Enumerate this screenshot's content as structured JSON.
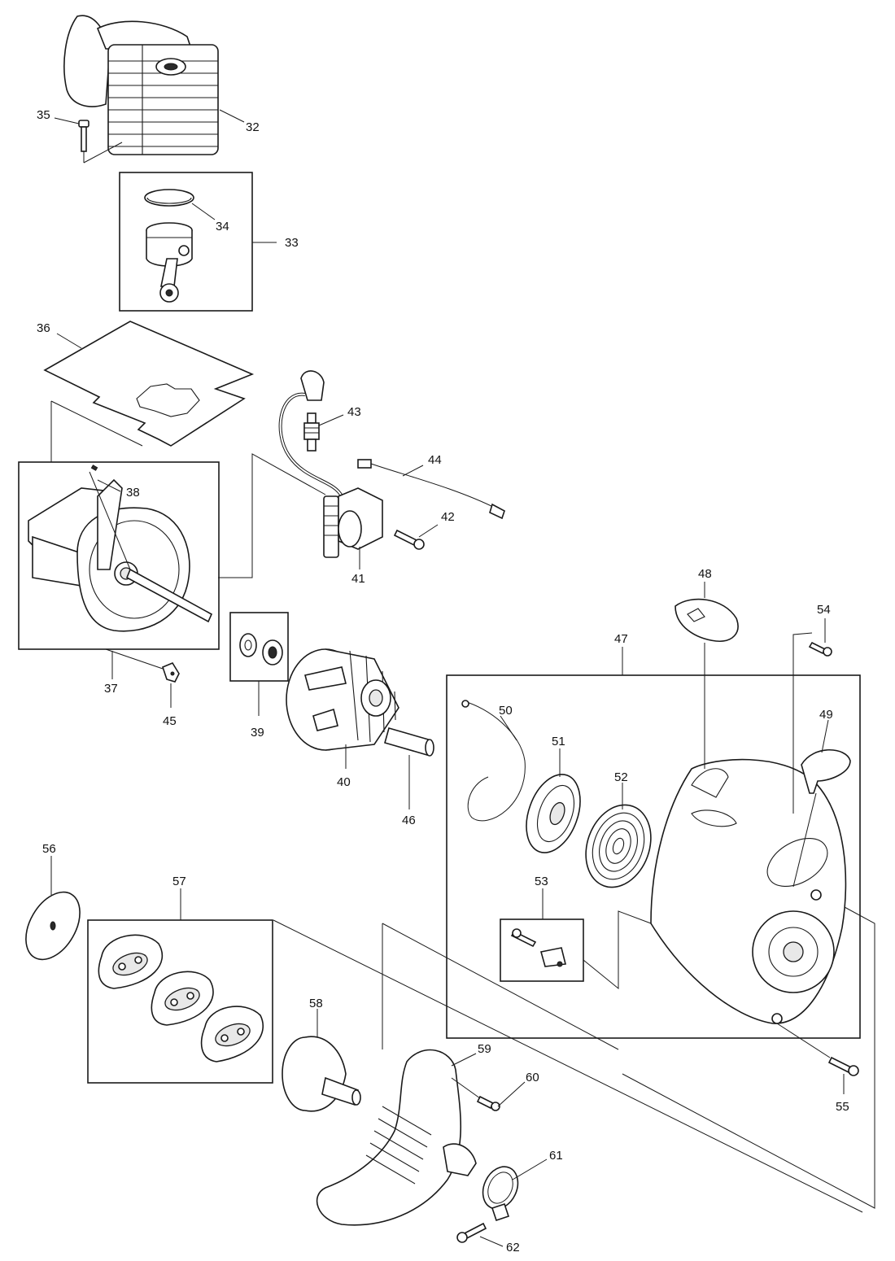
{
  "diagram": {
    "callouts": {
      "c32": "32",
      "c33": "33",
      "c34": "34",
      "c35": "35",
      "c36": "36",
      "c37": "37",
      "c38": "38",
      "c39": "39",
      "c40": "40",
      "c41": "41",
      "c42": "42",
      "c43": "43",
      "c44": "44",
      "c45": "45",
      "c46": "46",
      "c47": "47",
      "c48": "48",
      "c49": "49",
      "c50": "50",
      "c51": "51",
      "c52": "52",
      "c53": "53",
      "c54": "54",
      "c55": "55",
      "c56": "56",
      "c57": "57",
      "c58": "58",
      "c59": "59",
      "c60": "60",
      "c61": "61",
      "c62": "62"
    }
  }
}
